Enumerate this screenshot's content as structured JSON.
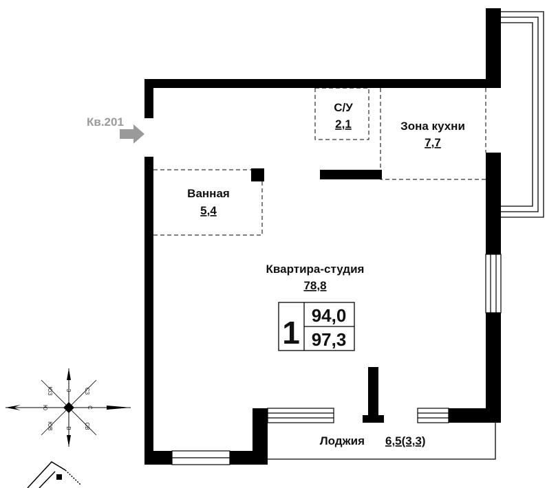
{
  "neighbor": {
    "label": "Кв.201"
  },
  "rooms": {
    "wc": {
      "name": "С/У",
      "area": "2,1"
    },
    "kitchen": {
      "name": "Зона кухни",
      "area": "7,7"
    },
    "bath": {
      "name": "Ванная",
      "area": "5,4"
    },
    "studio": {
      "name": "Квартира-студия",
      "area": "78,8"
    },
    "loggia": {
      "name": "Лоджия",
      "area": "6,5(3,3)"
    }
  },
  "summary": {
    "rooms_count": "1",
    "area_top": "94,0",
    "area_bottom": "97,3"
  },
  "compass": {
    "north": "З",
    "south": "В",
    "east": "С",
    "west": "Ю",
    "nw": "ЮЗ",
    "ne": "СЗ",
    "sw": "ЮВ",
    "se": "СВ"
  },
  "colors": {
    "wall": "#000000",
    "neighbor": "#9a9a9a",
    "background": "#ffffff"
  }
}
